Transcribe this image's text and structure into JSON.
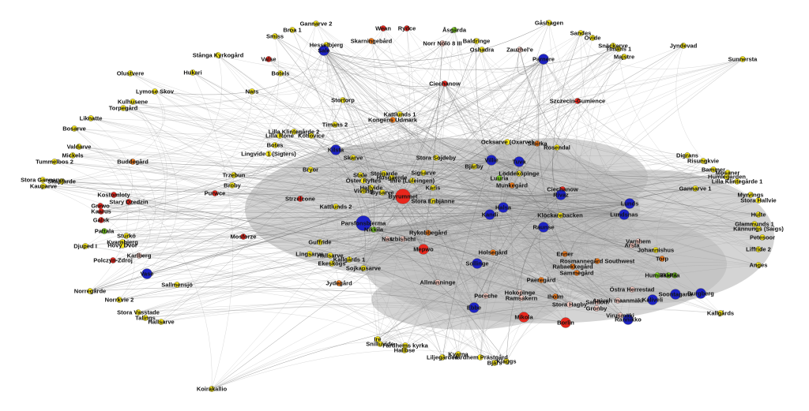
{
  "colors": {
    "red": "#e8261c",
    "orange": "#f07a1a",
    "yellow": "#f3e317",
    "blue": "#1c22c4",
    "green": "#7ed321",
    "pink": "#f6c9c0",
    "edge": "#9a9a9a",
    "fill": "#bdbdbd"
  },
  "nodes": [
    {
      "label": "Gannarve 2",
      "color": "yellow",
      "size": "s"
    },
    {
      "label": "Broa 1",
      "color": "yellow",
      "size": "s"
    },
    {
      "label": "Wean",
      "color": "red",
      "size": "s"
    },
    {
      "label": "Rydce",
      "color": "red",
      "size": "s"
    },
    {
      "label": "Åsgårda",
      "color": "green",
      "size": "s"
    },
    {
      "label": "Gåshagen",
      "color": "yellow",
      "size": "s"
    },
    {
      "label": "Smiss",
      "color": "yellow",
      "size": "s"
    },
    {
      "label": "Skarningebård",
      "color": "orange",
      "size": "s"
    },
    {
      "label": "Hesselbjerg",
      "color": "yellow",
      "size": "s"
    },
    {
      "label": "Norr Nölö 8 III",
      "color": "pink",
      "size": "s"
    },
    {
      "label": "Baldringe",
      "color": "yellow",
      "size": "s"
    },
    {
      "label": "Sandes",
      "color": "yellow",
      "size": "s"
    },
    {
      "label": "Övide",
      "color": "yellow",
      "size": "s"
    },
    {
      "label": "Snäckarve",
      "color": "yellow",
      "size": "s"
    },
    {
      "label": "Jyndevad",
      "color": "yellow",
      "size": "s"
    },
    {
      "label": "Timans 1",
      "color": "yellow",
      "size": "s"
    },
    {
      "label": "Majstre",
      "color": "yellow",
      "size": "s"
    },
    {
      "label": "Sunnersta",
      "color": "yellow",
      "size": "s"
    },
    {
      "label": "Oshadra",
      "color": "yellow",
      "size": "s"
    },
    {
      "label": "Zauzhel'e",
      "color": "pink",
      "size": "s"
    },
    {
      "label": "Sale",
      "color": "blue",
      "size": "m"
    },
    {
      "label": "Parnere",
      "color": "blue",
      "size": "m"
    },
    {
      "label": "Stånga Kyrkogård",
      "color": "yellow",
      "size": "s"
    },
    {
      "label": "Hukari",
      "color": "yellow",
      "size": "s"
    },
    {
      "label": "Valse",
      "color": "red",
      "size": "s"
    },
    {
      "label": "Olustvere",
      "color": "yellow",
      "size": "s"
    },
    {
      "label": "Botels",
      "color": "yellow",
      "size": "s"
    },
    {
      "label": "Ciechanow",
      "color": "red",
      "size": "s"
    },
    {
      "label": "Lymose Skov",
      "color": "yellow",
      "size": "s"
    },
    {
      "label": "Nars",
      "color": "yellow",
      "size": "s"
    },
    {
      "label": "Kulhusene",
      "color": "yellow",
      "size": "s"
    },
    {
      "label": "Torpegård",
      "color": "yellow",
      "size": "s"
    },
    {
      "label": "Stortorp",
      "color": "yellow",
      "size": "s"
    },
    {
      "label": "Szczecin-Gumience",
      "color": "red",
      "size": "s"
    },
    {
      "label": "Liknatte",
      "color": "yellow",
      "size": "s"
    },
    {
      "label": "Kattlunds 1",
      "color": "yellow",
      "size": "s"
    },
    {
      "label": "Kongens Udmark",
      "color": "orange",
      "size": "s"
    },
    {
      "label": "Timans 2",
      "color": "yellow",
      "size": "s"
    },
    {
      "label": "Bosarve",
      "color": "yellow",
      "size": "s"
    },
    {
      "label": "Lilla Klintegårde 2",
      "color": "yellow",
      "size": "s"
    },
    {
      "label": "Lilla Rone",
      "color": "yellow",
      "size": "s"
    },
    {
      "label": "Kotlovice",
      "color": "yellow",
      "size": "s"
    },
    {
      "label": "Ocksarve (Oxarve)",
      "color": "yellow",
      "size": "s"
    },
    {
      "label": "Sibirka",
      "color": "orange",
      "size": "s"
    },
    {
      "label": "Rosendal",
      "color": "yellow",
      "size": "s"
    },
    {
      "label": "Valdarve",
      "color": "yellow",
      "size": "s"
    },
    {
      "label": "Botes",
      "color": "yellow",
      "size": "s"
    },
    {
      "label": "Kilsta",
      "color": "blue",
      "size": "m"
    },
    {
      "label": "Mickels",
      "color": "yellow",
      "size": "s"
    },
    {
      "label": "Lingvide 1 (Sigters)",
      "color": "yellow",
      "size": "s"
    },
    {
      "label": "Skarve",
      "color": "yellow",
      "size": "s"
    },
    {
      "label": "Tummelbos 2",
      "color": "yellow",
      "size": "s"
    },
    {
      "label": "Buddegård",
      "color": "orange",
      "size": "s"
    },
    {
      "label": "Stora Sojdeby",
      "color": "yellow",
      "size": "s"
    },
    {
      "label": "Villie",
      "color": "blue",
      "size": "m"
    },
    {
      "label": "Tuva",
      "color": "blue",
      "size": "m"
    },
    {
      "label": "Digrans",
      "color": "yellow",
      "size": "s"
    },
    {
      "label": "Risungkvie",
      "color": "yellow",
      "size": "s"
    },
    {
      "label": "Bryor",
      "color": "yellow",
      "size": "s"
    },
    {
      "label": "Bjärby",
      "color": "yellow",
      "size": "s"
    },
    {
      "label": "Bammer",
      "color": "yellow",
      "size": "s"
    },
    {
      "label": "Mosaner",
      "color": "yellow",
      "size": "s"
    },
    {
      "label": "Humlegarden",
      "color": "yellow",
      "size": "s"
    },
    {
      "label": "Stora Gannarve",
      "color": "yellow",
      "size": "s"
    },
    {
      "label": "Trzebun",
      "color": "yellow",
      "size": "s"
    },
    {
      "label": "Stale",
      "color": "yellow",
      "size": "s"
    },
    {
      "label": "Stojgarde",
      "color": "yellow",
      "size": "s"
    },
    {
      "label": "Sigsarve",
      "color": "yellow",
      "size": "s"
    },
    {
      "label": "Löddeköpinge",
      "color": "yellow",
      "size": "s"
    },
    {
      "label": "Lilla Klintegårde 1",
      "color": "yellow",
      "size": "s"
    },
    {
      "label": "Gannarve 1",
      "color": "yellow",
      "size": "s"
    },
    {
      "label": "Luuria",
      "color": "green",
      "size": "s"
    },
    {
      "label": "Skapjarde",
      "color": "yellow",
      "size": "s"
    },
    {
      "label": "Kauparve",
      "color": "yellow",
      "size": "s"
    },
    {
      "label": "Broby",
      "color": "yellow",
      "size": "s"
    },
    {
      "label": "Öster Ryftes",
      "color": "yellow",
      "size": "s"
    },
    {
      "label": "Husgaerde",
      "color": "yellow",
      "size": "s"
    },
    {
      "label": "Ihre (Luleingen)",
      "color": "yellow",
      "size": "s"
    },
    {
      "label": "Munkegård",
      "color": "orange",
      "size": "s"
    },
    {
      "label": "Myrvings",
      "color": "yellow",
      "size": "s"
    },
    {
      "label": "Karis",
      "color": "yellow",
      "size": "s"
    },
    {
      "label": "Hallvide",
      "color": "yellow",
      "size": "s"
    },
    {
      "label": "Ciechanow",
      "color": "red",
      "size": "s"
    },
    {
      "label": "Stora Hallvie",
      "color": "yellow",
      "size": "s"
    },
    {
      "label": "Kostomloty",
      "color": "red",
      "size": "s"
    },
    {
      "label": "Stary Dzedzin",
      "color": "red",
      "size": "s"
    },
    {
      "label": "Purwce",
      "color": "red",
      "size": "s"
    },
    {
      "label": "Strzelcone",
      "color": "red",
      "size": "s"
    },
    {
      "label": "Vivling",
      "color": "yellow",
      "size": "s"
    },
    {
      "label": "Bysarve",
      "color": "yellow",
      "size": "s"
    },
    {
      "label": "Byrummet",
      "color": "red",
      "size": "l"
    },
    {
      "label": "Rivaz",
      "color": "blue",
      "size": "m"
    },
    {
      "label": "Hulte",
      "color": "yellow",
      "size": "s"
    },
    {
      "label": "Grewo",
      "color": "red",
      "size": "s"
    },
    {
      "label": "Kattlunds 2",
      "color": "yellow",
      "size": "s"
    },
    {
      "label": "Stora Enbjänne",
      "color": "yellow",
      "size": "s"
    },
    {
      "label": "Halsa",
      "color": "blue",
      "size": "m"
    },
    {
      "label": "Lunds",
      "color": "blue",
      "size": "m"
    },
    {
      "label": "Lundsnas",
      "color": "blue",
      "size": "m"
    },
    {
      "label": "Glammunds 1",
      "color": "yellow",
      "size": "s"
    },
    {
      "label": "Kännungs (Saigs)",
      "color": "yellow",
      "size": "s"
    },
    {
      "label": "Kaarus",
      "color": "red",
      "size": "s"
    },
    {
      "label": "Galsk",
      "color": "red",
      "size": "s"
    },
    {
      "label": "Kandi",
      "color": "blue",
      "size": "m"
    },
    {
      "label": "Klöckarebacken",
      "color": "yellow",
      "size": "s"
    },
    {
      "label": "Pattala",
      "color": "green",
      "size": "s"
    },
    {
      "label": "Parsfonsbjerma",
      "color": "blue",
      "size": "l"
    },
    {
      "label": "Nikkila",
      "color": "green",
      "size": "s"
    },
    {
      "label": "Sturkö",
      "color": "yellow",
      "size": "s"
    },
    {
      "label": "Kvarnbjerg",
      "color": "yellow",
      "size": "s"
    },
    {
      "label": "Hovy Dvor",
      "color": "yellow",
      "size": "s"
    },
    {
      "label": "Mosforze",
      "color": "red",
      "size": "s"
    },
    {
      "label": "Nas",
      "color": "pink",
      "size": "s"
    },
    {
      "label": "Rykobbegård",
      "color": "orange",
      "size": "s"
    },
    {
      "label": "Izbishchi",
      "color": "pink",
      "size": "s"
    },
    {
      "label": "Raunse",
      "color": "blue",
      "size": "m"
    },
    {
      "label": "Djuped I",
      "color": "yellow",
      "size": "s"
    },
    {
      "label": "Guffride",
      "color": "yellow",
      "size": "s"
    },
    {
      "label": "Petesoor",
      "color": "yellow",
      "size": "s"
    },
    {
      "label": "Varnhem",
      "color": "pink",
      "size": "s"
    },
    {
      "label": "Arsta",
      "color": "pink",
      "size": "s"
    },
    {
      "label": "Johannishus",
      "color": "yellow",
      "size": "s"
    },
    {
      "label": "Liffride 2",
      "color": "yellow",
      "size": "s"
    },
    {
      "label": "Mepwo",
      "color": "red",
      "size": "m"
    },
    {
      "label": "Karlberg",
      "color": "pink",
      "size": "s"
    },
    {
      "label": "Polczyn-Zdroj",
      "color": "red",
      "size": "s"
    },
    {
      "label": "Lingsarve",
      "color": "yellow",
      "size": "s"
    },
    {
      "label": "Holsegård",
      "color": "orange",
      "size": "s"
    },
    {
      "label": "Enner",
      "color": "orange",
      "size": "s"
    },
    {
      "label": "Ekeskogs",
      "color": "yellow",
      "size": "s"
    },
    {
      "label": "Hallsarve",
      "color": "yellow",
      "size": "s"
    },
    {
      "label": "Kallgårds 1",
      "color": "yellow",
      "size": "s"
    },
    {
      "label": "Sojkapsarve",
      "color": "yellow",
      "size": "s"
    },
    {
      "label": "Sollinge",
      "color": "blue",
      "size": "m"
    },
    {
      "label": "Rosmannegård Southwest",
      "color": "orange",
      "size": "s"
    },
    {
      "label": "Torp",
      "color": "orange",
      "size": "s"
    },
    {
      "label": "Anges",
      "color": "yellow",
      "size": "s"
    },
    {
      "label": "Vase",
      "color": "blue",
      "size": "m"
    },
    {
      "label": "Rabaekkegård",
      "color": "orange",
      "size": "s"
    },
    {
      "label": "Sammegård",
      "color": "orange",
      "size": "s"
    },
    {
      "label": "Humikka",
      "color": "green",
      "size": "s"
    },
    {
      "label": "Jälsta",
      "color": "green",
      "size": "s"
    },
    {
      "label": "Fila",
      "color": "green",
      "size": "s"
    },
    {
      "label": "Norregårde",
      "color": "yellow",
      "size": "s"
    },
    {
      "label": "Sallmensjö",
      "color": "yellow",
      "size": "s"
    },
    {
      "label": "Jydegård",
      "color": "orange",
      "size": "s"
    },
    {
      "label": "Allmänninge",
      "color": "pink",
      "size": "s"
    },
    {
      "label": "Paeregård",
      "color": "orange",
      "size": "s"
    },
    {
      "label": "Iholm",
      "color": "orange",
      "size": "s"
    },
    {
      "label": "Östra Herrestad",
      "color": "pink",
      "size": "s"
    },
    {
      "label": "Norrkvie 2",
      "color": "yellow",
      "size": "s"
    },
    {
      "label": "Poreche",
      "color": "pink",
      "size": "s"
    },
    {
      "label": "Hokopinge",
      "color": "pink",
      "size": "s"
    },
    {
      "label": "Ramsakern",
      "color": "pink",
      "size": "s"
    },
    {
      "label": "Saintom",
      "color": "pink",
      "size": "s"
    },
    {
      "label": "Aniveh maanmäki",
      "color": "pink",
      "size": "s"
    },
    {
      "label": "Soontagana",
      "color": "blue",
      "size": "m"
    },
    {
      "label": "Burgberg",
      "color": "blue",
      "size": "m"
    },
    {
      "label": "Ebbe",
      "color": "blue",
      "size": "m"
    },
    {
      "label": "Stora Hagby",
      "color": "pink",
      "size": "s"
    },
    {
      "label": "Gronby",
      "color": "pink",
      "size": "s"
    },
    {
      "label": "Kaliveli",
      "color": "blue",
      "size": "m"
    },
    {
      "label": "Stora Vasstade",
      "color": "yellow",
      "size": "s"
    },
    {
      "label": "Talings",
      "color": "yellow",
      "size": "s"
    },
    {
      "label": "Hallsarve",
      "color": "yellow",
      "size": "s"
    },
    {
      "label": "Mikola",
      "color": "red",
      "size": "m"
    },
    {
      "label": "Virusmäki",
      "color": "pink",
      "size": "s"
    },
    {
      "label": "Kallgårds",
      "color": "yellow",
      "size": "s"
    },
    {
      "label": "Borlin",
      "color": "red",
      "size": "m"
    },
    {
      "label": "Rannikko",
      "color": "blue",
      "size": "m"
    },
    {
      "label": "Ire",
      "color": "yellow",
      "size": "s"
    },
    {
      "label": "Snilluvide",
      "color": "yellow",
      "size": "s"
    },
    {
      "label": "Fardhems kyrka",
      "color": "yellow",
      "size": "s"
    },
    {
      "label": "Hallbse",
      "color": "yellow",
      "size": "s"
    },
    {
      "label": "Kvarna",
      "color": "yellow",
      "size": "s"
    },
    {
      "label": "Liljegården",
      "color": "yellow",
      "size": "s"
    },
    {
      "label": "Hardhem Prästgård",
      "color": "yellow",
      "size": "s"
    },
    {
      "label": "Bjärs",
      "color": "yellow",
      "size": "s"
    },
    {
      "label": "Klaggs",
      "color": "yellow",
      "size": "s"
    },
    {
      "label": "Koirakallio",
      "color": "yellow",
      "size": "s"
    }
  ]
}
